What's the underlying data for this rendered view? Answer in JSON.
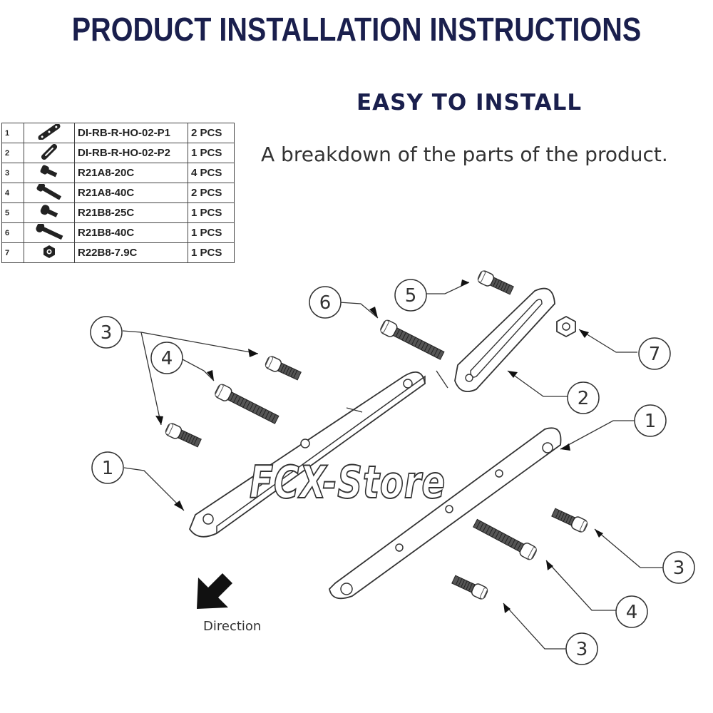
{
  "title": "PRODUCT INSTALLATION INSTRUCTIONS",
  "subtitle": "EASY TO INSTALL",
  "caption": "A breakdown of the parts of the product.",
  "parts_table": [
    {
      "num": "1",
      "icon": "bracket-plate-icon",
      "code": "DI-RB-R-HO-02-P1",
      "qty": "2 PCS"
    },
    {
      "num": "2",
      "icon": "slotted-plate-icon",
      "code": "DI-RB-R-HO-02-P2",
      "qty": "1 PCS"
    },
    {
      "num": "3",
      "icon": "short-bolt-icon",
      "code": "R21A8-20C",
      "qty": "4 PCS"
    },
    {
      "num": "4",
      "icon": "long-bolt-icon",
      "code": "R21A8-40C",
      "qty": "2 PCS"
    },
    {
      "num": "5",
      "icon": "short-bolt-icon",
      "code": "R21B8-25C",
      "qty": "1 PCS"
    },
    {
      "num": "6",
      "icon": "long-bolt-icon",
      "code": "R21B8-40C",
      "qty": "1 PCS"
    },
    {
      "num": "7",
      "icon": "nut-icon",
      "code": "R22B8-7.9C",
      "qty": "1 PCS"
    }
  ],
  "callouts": [
    "3",
    "4",
    "1",
    "6",
    "5",
    "7",
    "2",
    "1",
    "3",
    "4",
    "3"
  ],
  "watermark": "FCX-Store",
  "direction_label": "Direction"
}
